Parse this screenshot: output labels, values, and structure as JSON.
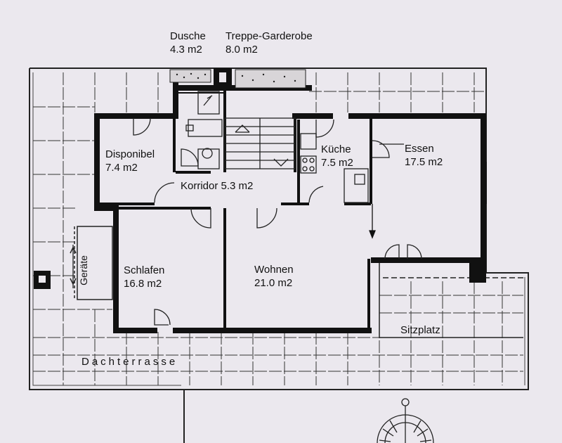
{
  "rooms": {
    "dusche": {
      "name": "Dusche",
      "area": "4.3 m2"
    },
    "treppe": {
      "name": "Treppe-Garderobe",
      "area": "8.0 m2"
    },
    "disponibel": {
      "name": "Disponibel",
      "area": "7.4 m2"
    },
    "kueche": {
      "name": "Küche",
      "area": "7.5 m2"
    },
    "essen": {
      "name": "Essen",
      "area": "17.5 m2"
    },
    "korridor": {
      "name": "Korridor 5.3 m2"
    },
    "schlafen": {
      "name": "Schlafen",
      "area": "16.8 m2"
    },
    "wohnen": {
      "name": "Wohnen",
      "area": "21.0 m2"
    },
    "geraete": {
      "name": "Geräte"
    },
    "sitzplatz": {
      "name": "Sitzplatz"
    },
    "dachterrasse": {
      "name": "Dachterrasse"
    }
  },
  "colors": {
    "background": "#ebe8ee",
    "wall": "#111111",
    "grid": "#222222"
  }
}
